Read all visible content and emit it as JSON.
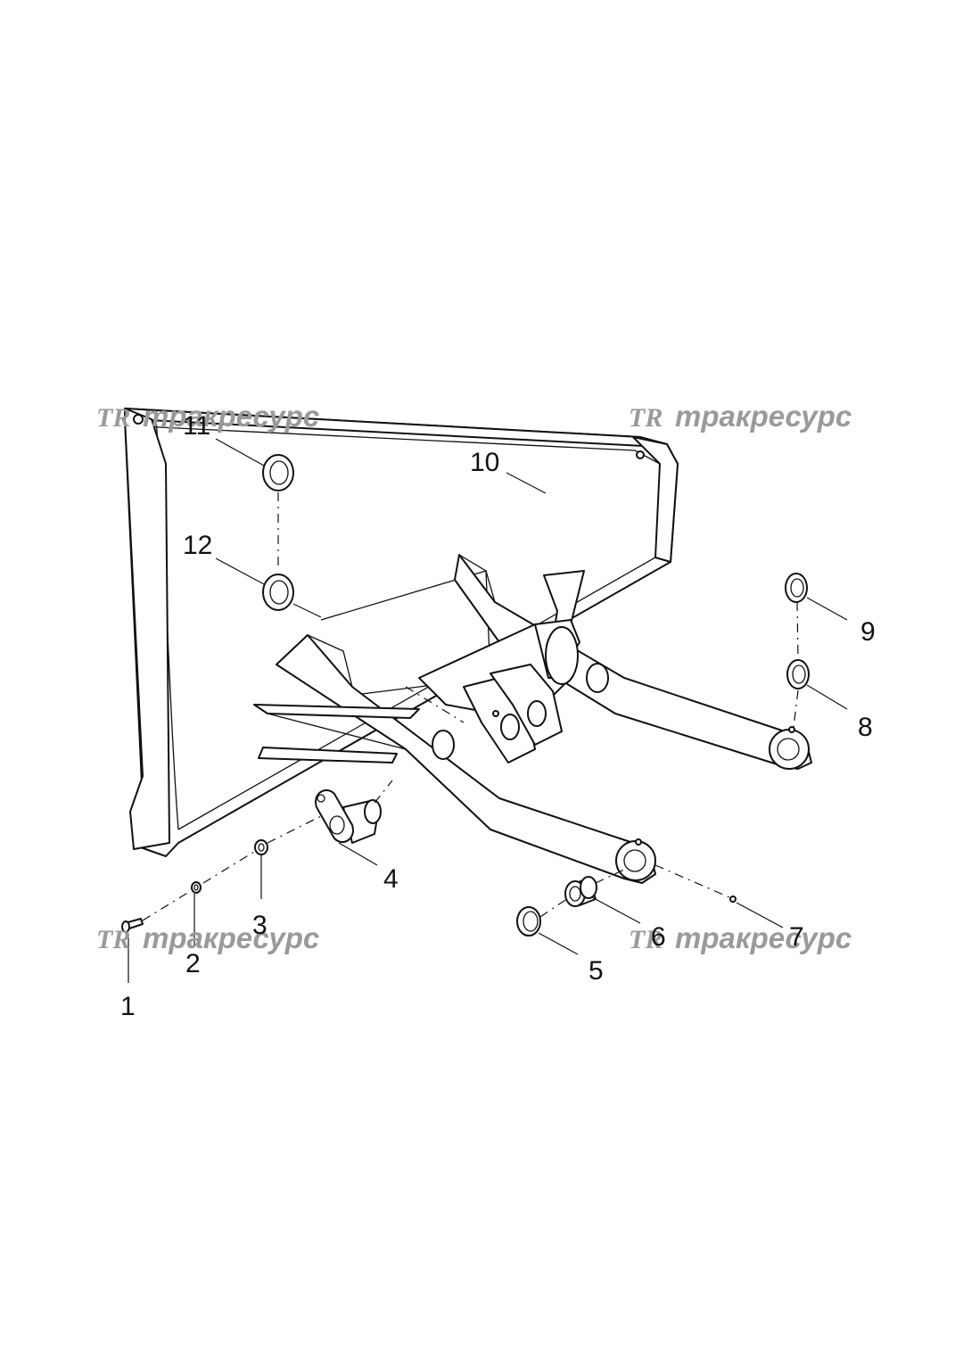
{
  "watermark": {
    "logo": "TR",
    "text": "тракресурс"
  },
  "callouts": [
    "1",
    "2",
    "3",
    "4",
    "5",
    "6",
    "7",
    "8",
    "9",
    "10",
    "11",
    "12"
  ],
  "colors": {
    "line": "#111111",
    "watermark": "#9a9a9a",
    "background": "#ffffff"
  }
}
